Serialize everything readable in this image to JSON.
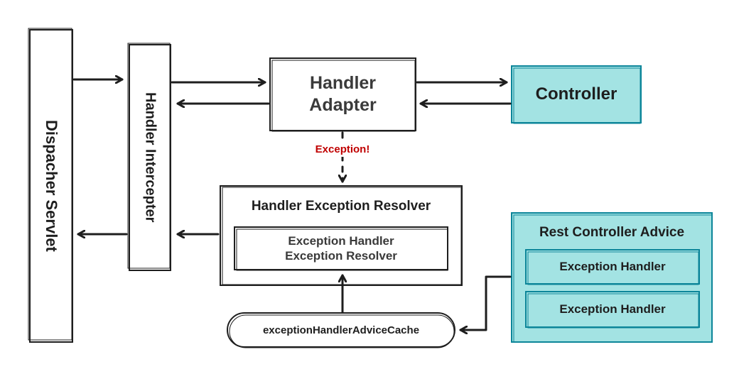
{
  "nodes": {
    "dispatcher_servlet": "Dispacher Servlet",
    "handler_interceptor": "Handler Intercepter",
    "handler_adapter": "Handler\nAdapter",
    "controller": "Controller",
    "handler_exception_resolver": "Handler Exception Resolver",
    "exception_handler_exception_resolver": "Exception Handler\nException Resolver",
    "rest_controller_advice": "Rest Controller Advice",
    "exception_handler_1": "Exception Handler",
    "exception_handler_2": "Exception Handler",
    "advice_cache": "exceptionHandlerAdviceCache"
  },
  "edges": {
    "exception_label": "Exception!"
  },
  "colors": {
    "stroke": "#1e1e1e",
    "teal_fill": "#a3e3e3",
    "teal_stroke": "#0c8599",
    "exception_red": "#c00000"
  }
}
